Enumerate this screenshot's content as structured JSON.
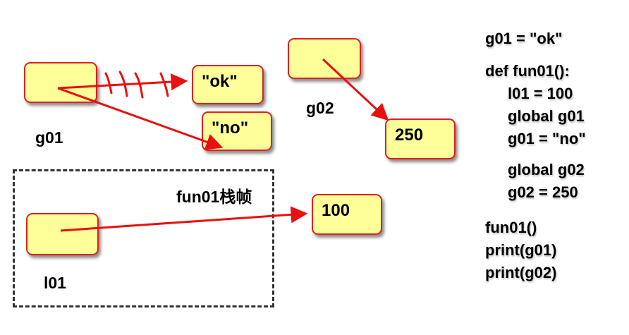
{
  "variables": {
    "g01": {
      "label": "g01"
    },
    "g02": {
      "label": "g02"
    },
    "l01": {
      "label": "l01"
    }
  },
  "values": {
    "ok": "\"ok\"",
    "no": "\"no\"",
    "v250": "250",
    "v100": "100"
  },
  "frame": {
    "label": "fun01栈帧"
  },
  "code": [
    "g01 = \"ok\"",
    "def fun01():",
    "l01 = 100",
    "global g01",
    "g01 = \"no\"",
    "global g02",
    "g02 = 250",
    "fun01()",
    "print(g01)",
    "print(g02)"
  ],
  "colors": {
    "arrow": "#e81010",
    "box_fill": "#ffff99",
    "box_border": "#e02020"
  }
}
